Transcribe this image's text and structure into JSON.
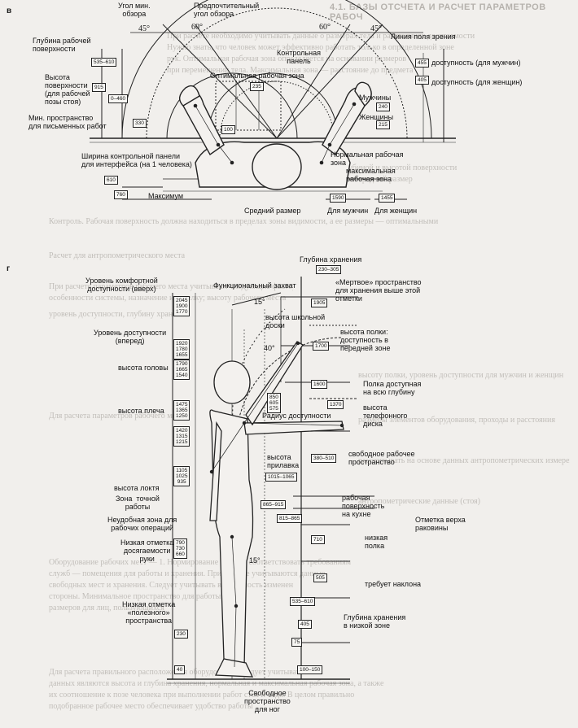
{
  "header": {
    "title": "4.1. БАЗЫ ОТСЧЕТА И РАСЧЕТ ПАРАМЕТРОВ РАБОЧ"
  },
  "figure_v": {
    "letter": "в",
    "angles": {
      "a45l": "45°",
      "a60l": "60°",
      "a60r": "60°",
      "a45r": "45°"
    },
    "labels": {
      "min_angle": "Угол мин.\nобзора",
      "pref_angle": "Предпочтительный\nугол обзора",
      "depth": "Глубина рабочей\nповерхности",
      "height": "Высота\nповерхности\n(для рабочей\nпозы стоя)",
      "min_space": "Мин. пространство\nдля письменных работ",
      "control_panel": "Контрольная\nпанель",
      "optimal_zone": "Оптимальная рабочая зона",
      "sight_line": "Линия поля зрения",
      "reach_m": "доступность (для мужчин)",
      "reach_w": "доступность (для женщин)",
      "men": "Мужчины",
      "women": "Женщины",
      "panel_width": "Ширина контрольной панели\nдля интерфейса (на 1 человека)",
      "maximum": "Максимум",
      "normal_zone": "Нормальная рабочая\nзона",
      "max_zone": "максимальная\nрабочая зона",
      "avg_size": "Средний  размер",
      "for_men": "Для мужчин",
      "for_women": "Для женщин"
    },
    "values": {
      "v535": "535–610",
      "v915": "915",
      "v460": "0–460",
      "v330": "330",
      "v235": "235",
      "v100": "100",
      "v455": "455",
      "v405": "405",
      "v240": "240",
      "v215": "215",
      "v610": "610",
      "v760": "760",
      "v1590": "1590",
      "v1455": "1455"
    }
  },
  "figure_g": {
    "letter": "г",
    "labels": {
      "storage_depth": "Глубина хранения",
      "comfort_up": "Уровень комфортной\nдоступности (вверх)",
      "func_grip": "Функциональный захват",
      "dead_space": "«Мертвое» пространство\nдля хранения выше этой\nотметки",
      "board": "высота школьной\nдоски",
      "reach_fwd": "Уровень доступности\n(вперед)",
      "shelf_front": "высота полки:\nдоступность в\nпередней зоне",
      "head": "высота головы",
      "shelf_full": "Полка доступная\nна всю глубину",
      "phone": "высота\nтелефонного\nдиска",
      "shoulder": "высота плеча",
      "reach_radius": "Радиус доступности",
      "counter": "высота\nприлавка",
      "free_space": "свободное рабочее\nпространство",
      "elbow": "высота локтя",
      "fine_zone": "Зона  точной\nработы",
      "awkward": "Неудобная зона для\nрабочих операций",
      "kitchen": "рабочая\nповерхность\nна кухне",
      "sink": "Отметка верха\nраковины",
      "low_reach": "Низкая отметка\nдосягаемости\nруки",
      "low_shelf": "низкая\nполка",
      "bend": "требует наклона",
      "useful_low": "Низкая отметка\n«полезного»\nпространства",
      "low_storage": "Глубина хранения\nв низкой зоне",
      "legs": "Свободное\nпространство\nдля ног",
      "deg15a": "15°",
      "deg40": "40°",
      "deg15b": "15°"
    },
    "values": {
      "v230": "230–305",
      "v2045": "2045\n1900\n1770",
      "v1905": "1905",
      "v1920": "1920\n1780\n1655",
      "v1700": "1700",
      "v1790": "1790\n1665\n1540",
      "v1600": "1600",
      "v850": "850\n605\n575",
      "v1370": "1370",
      "v1475": "1475\n1365\n1250",
      "v1420": "1420\n1315\n1215",
      "v380": "380–510",
      "v1015": "1015–1065",
      "v1105": "1105\n1025\n935",
      "v865": "865–915",
      "v815": "815–865",
      "v710": "710",
      "v790": "790\n730\n660",
      "v505": "505",
      "v535b": "535–610",
      "v405b": "405",
      "v230b": "230",
      "v75": "75",
      "v40": "40",
      "v100b": "100–150"
    }
  },
  "background_text": [
    "При расчете необходимо учитывать данные о размерах тела и расстояниях досягаемости",
    "Нужно знать, что человек может эффективно работать только в определенной зоне",
    "рук. Оптимальная рабочая зона определяется на основании размеров",
    "при перемещении тела. Максимальная зона — расстояние до предмета",
    "Рабочая зона характеризуется глубиной и высотой поверхности",
    "для мужчин и женщин выбирается средний размер",
    "Контроль. Рабочая поверхность должна находиться в пределах зоны видимости, а ее размеры — оптимальными",
    "Расчет для антропометрического места",
    "При расчете параметров рабочего места учитывают следующие факторы:",
    "особенности системы, назначение и отделку; высоту рабочего места",
    "уровень доступности, глубину хранения",
    "высоту полки, уровень доступности для мужчин и женщин",
    "размеры элементов оборудования, проходы и расстояния",
    "Для расчета параметров рабочего места необходимо",
    "рассчитывать на основе данных антропометрических измерений",
    "антропометрические данные (стоя)",
    "Оборудование рабочих мест  — 1. Нормирование должно соответствовать требованиям",
    "служб — помещения для работы и хранения. При расчете учитываются данные",
    "свободных мест и хранения. Следует учитывать возможность изменения позы",
    "стороны. Минимальное пространство для работы стоя",
    "размеров для лиц, пользующихся",
    "Для расчета правильного расположения оборудования следует учитывать",
    "данных являются высота и глубина хранения, нормальная и максимальная рабочая зона, а также",
    "их соотношение к позе человека при выполнении работ стоя и сидя. В целом правильно",
    "подобранное рабочее место обеспечивает удобство работы"
  ]
}
